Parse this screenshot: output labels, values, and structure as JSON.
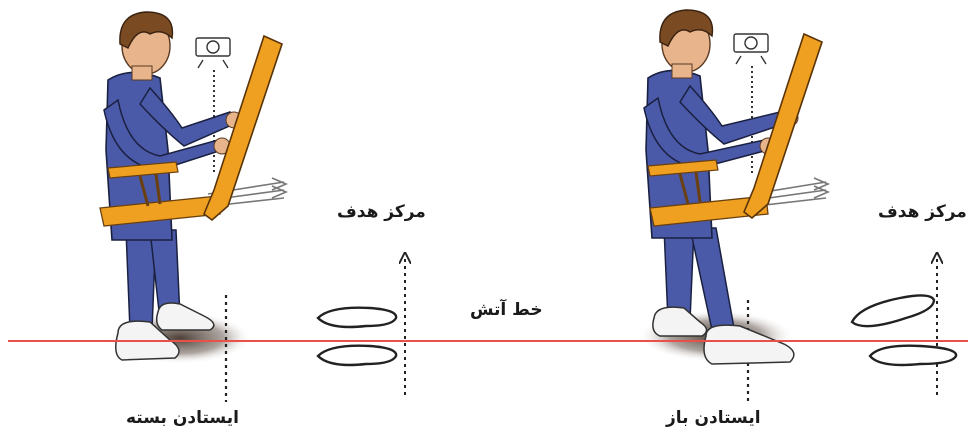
{
  "labels": {
    "target_center_left": "مرکز هدف",
    "target_center_right": "مرکز هدف",
    "fire_line": "خط آتش",
    "stance_closed": "ایستادن بسته",
    "stance_open": "ایستادن باز"
  },
  "colors": {
    "fire_line": "#e8504a",
    "clothing": "#4a5aa8",
    "bow": "#f0a020",
    "hair": "#7a4a22",
    "skin": "#e8b48c"
  }
}
